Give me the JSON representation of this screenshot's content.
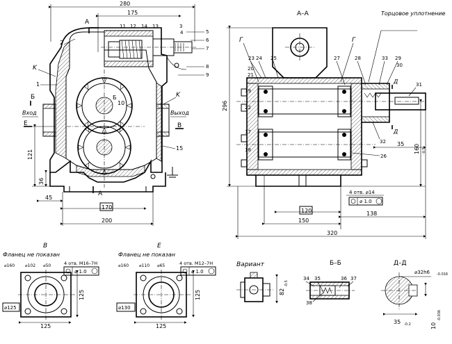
{
  "main_view": {
    "dims": {
      "d280": "280",
      "d175": "175",
      "d121": "121",
      "d36": "36",
      "d45": "45",
      "d170": "170",
      "d200": "200"
    },
    "leaders": [
      "1",
      "2",
      "3",
      "4",
      "5",
      "6",
      "7",
      "8",
      "9",
      "10",
      "11",
      "12",
      "13",
      "14",
      "15"
    ],
    "labels": {
      "inlet": "Вход",
      "outlet": "Выход",
      "K_top": "K",
      "K_right": "K",
      "section_A": "A",
      "B_left": "Б",
      "E_left": "Е",
      "V_right": "В",
      "B_center": "Б"
    }
  },
  "section_AA": {
    "title": "А–А",
    "note": "Торцовое уплотнение",
    "G1": "Г",
    "G2": "Г",
    "leaders": [
      "17",
      "18",
      "19",
      "20",
      "21",
      "22",
      "23",
      "24",
      "25",
      "26",
      "27",
      "28",
      "29",
      "30",
      "31",
      "32",
      "33"
    ],
    "dims": {
      "d296": "296",
      "d160": "160",
      "d160tol": "-0.5",
      "d120": "120",
      "d150": "150",
      "d138": "138",
      "d320": "320",
      "d35": "35",
      "holes": "4 отв. ⌀14",
      "tol": "⌀ 1.0",
      "D_letter": "Д"
    }
  },
  "view_V": {
    "letter": "В",
    "note": "Фланец не показан",
    "d160": "⌀160",
    "d102": "⌀102",
    "d50": "⌀50",
    "holes": "4 отв. М16–7Н",
    "tol": "⌀ 1.0",
    "d125v": "125",
    "d125h": "125",
    "d125c": "⌀125"
  },
  "view_E": {
    "letter": "Е",
    "note": "Фланец не показан",
    "d160": "⌀160",
    "d110": "⌀110",
    "d65": "⌀65",
    "holes": "4 отв. М12–7Н",
    "tol": "⌀ 1.0",
    "d125v": "125",
    "d125h": "125",
    "d130c": "⌀130"
  },
  "variant": {
    "title": "Вариант",
    "d82": "82",
    "d82tol": "-0.5"
  },
  "section_BB": {
    "title": "Б–Б",
    "leaders": [
      "34",
      "35",
      "36",
      "37",
      "38"
    ]
  },
  "section_DD": {
    "title": "Д–Д",
    "d32": "⌀32h6",
    "d32tol": "-0.016",
    "d35": "35",
    "d35tol": "-0.2",
    "d10": "10",
    "d10tol": "-0.036"
  }
}
